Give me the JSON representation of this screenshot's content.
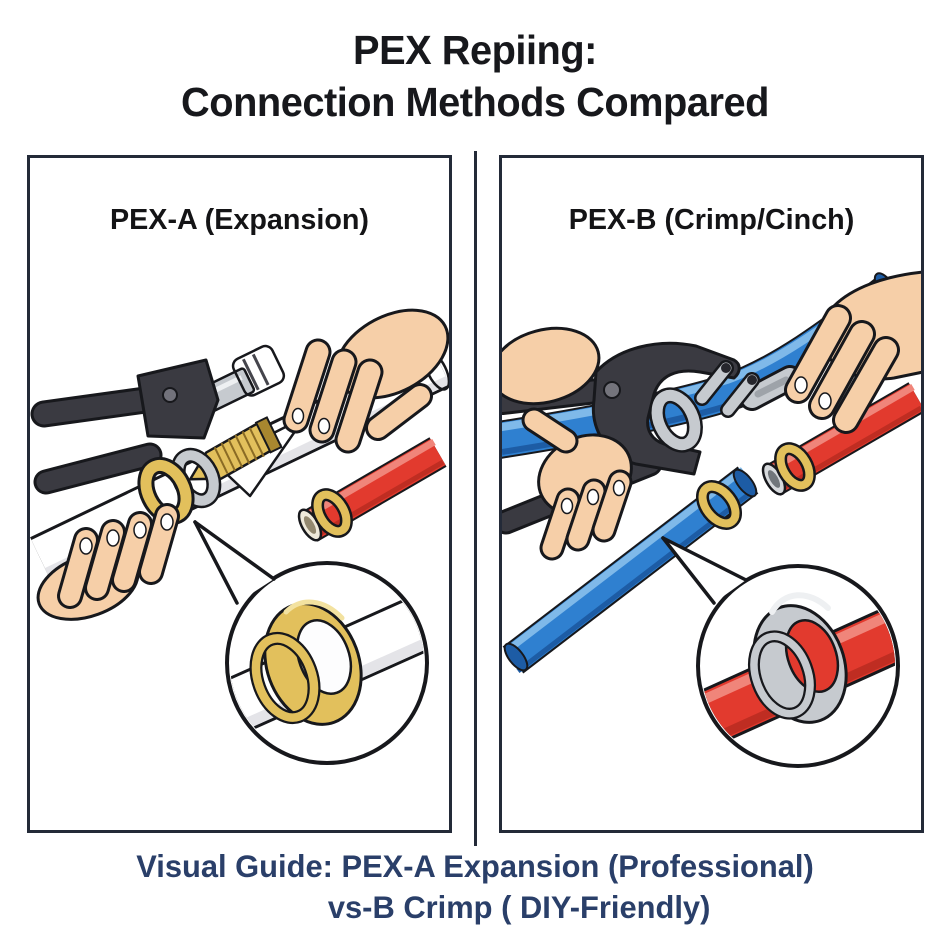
{
  "title": {
    "line1": "PEX Repiing:",
    "line2": "Connection Methods Compared"
  },
  "panels": {
    "left": {
      "header": "PEX-A (Expansion)"
    },
    "right": {
      "header": "PEX-B (Crimp/Cinch)"
    }
  },
  "caption": {
    "line1": "Visual Guide: PEX-A Expansion (Professional)",
    "line2": "vs-B Crimp ( DIY-Friendly)"
  },
  "illustrations": {
    "left_detail": "brass expansion ring on white PEX pipe",
    "right_detail": "steel crimp ring on red PEX pipe"
  },
  "colors": {
    "background": "#ffffff",
    "ink": "#17181c",
    "panel-border": "#232a38",
    "title": "#17181c",
    "header": "#141416",
    "caption": "#2a3f69",
    "skin": "#f6cfa8",
    "skin-shade": "#eab68c",
    "tool-dark": "#3a3a41",
    "tool-darker": "#26262c",
    "silver": "#c6cacf",
    "silver-dark": "#9ea3a9",
    "brass": "#e2c05c",
    "brass-dark": "#a8872f",
    "brass-light": "#f3e2a0",
    "pipe-white-shade": "#e4e4e8",
    "pipe-red": "#e23a2e",
    "pipe-red-light": "#f0857a",
    "pipe-red-dark": "#bf2d22",
    "pipe-blue": "#2f80d0",
    "pipe-blue-light": "#7fb9e9",
    "pipe-blue-dark": "#1d5ca5"
  }
}
